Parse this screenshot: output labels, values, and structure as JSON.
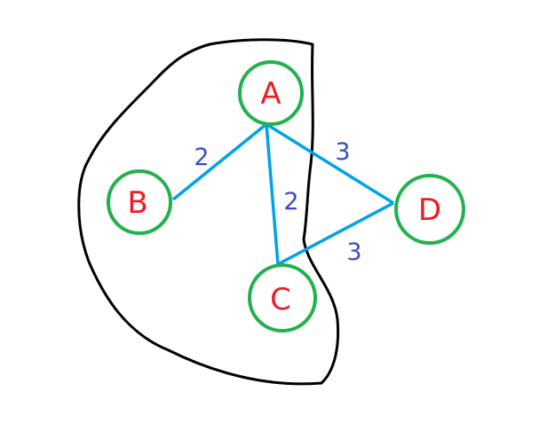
{
  "colors": {
    "background": "#ffffff",
    "cluster_outline": "#000000",
    "node_border": "#22b14c",
    "node_label": "#ed1c24",
    "edge": "#00a2e8",
    "edge_label": "#3f48cc"
  },
  "graph": {
    "nodes": [
      {
        "id": "A",
        "label": "A"
      },
      {
        "id": "B",
        "label": "B"
      },
      {
        "id": "C",
        "label": "C"
      },
      {
        "id": "D",
        "label": "D"
      }
    ],
    "edges": [
      {
        "from": "A",
        "to": "B",
        "weight": "2"
      },
      {
        "from": "A",
        "to": "C",
        "weight": "2"
      },
      {
        "from": "A",
        "to": "D",
        "weight": "3"
      },
      {
        "from": "C",
        "to": "D",
        "weight": "3"
      }
    ],
    "cluster_members": [
      "A",
      "B",
      "C"
    ]
  }
}
